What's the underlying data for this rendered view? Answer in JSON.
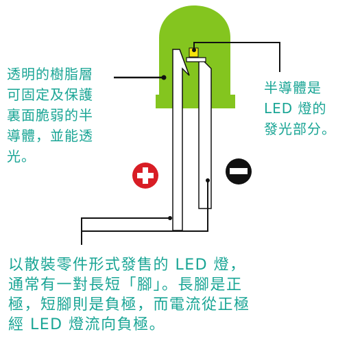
{
  "labels": {
    "left": "透明的樹脂層\n可固定及保護\n裏面脆弱的半\n導體，並能透\n光。",
    "right": "半導體是\nLED 燈的\n發光部分。",
    "bottom": "以散裝零件形式發售的 LED 燈，\n通常有一對長短「腳」。長腳是正\n極，短腳則是負極，而電流從正極\n經 LED 燈流向負極。"
  },
  "colors": {
    "text": "#1aa595",
    "resin": "#84c51f",
    "leg_fill": "#ffffff",
    "line": "#111111",
    "chip": "#f5e30a",
    "plus_circle": "#d81d25",
    "minus_circle": "#111111"
  },
  "icons": {
    "plus": "plus-circle-icon",
    "minus": "minus-circle-icon"
  }
}
